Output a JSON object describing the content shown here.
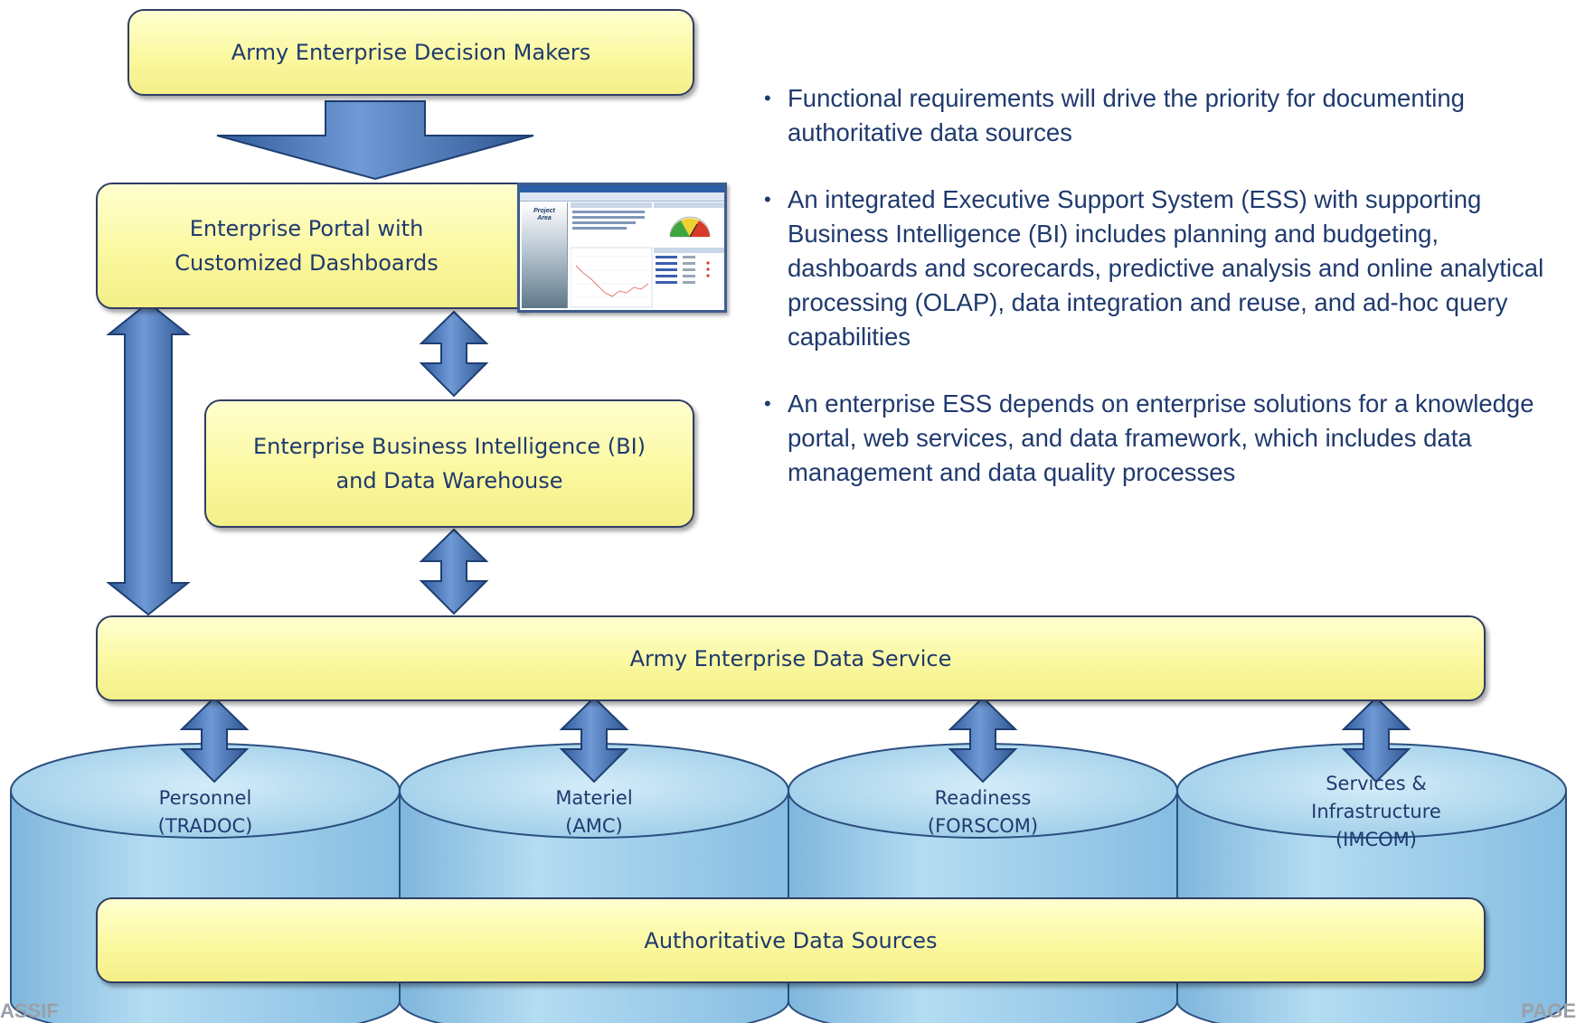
{
  "boxes": {
    "decision_makers": "Army Enterprise Decision Makers",
    "portal_line1": "Enterprise Portal with",
    "portal_line2": "Customized Dashboards",
    "bi_line1": "Enterprise Business Intelligence (BI)",
    "bi_line2": "and Data Warehouse",
    "data_service": "Army Enterprise Data Service",
    "authoritative": "Authoritative Data Sources"
  },
  "databases": [
    {
      "line1": "Personnel",
      "line2": "(TRADOC)"
    },
    {
      "line1": "Materiel",
      "line2": "(AMC)"
    },
    {
      "line1": "Readiness",
      "line2": "(FORSCOM)"
    },
    {
      "line1": "Services &",
      "line2": "Infrastructure",
      "line3": "(IMCOM)"
    }
  ],
  "bullets": [
    "Functional requirements will drive the priority for documenting authoritative data sources",
    "An integrated Executive Support System (ESS) with supporting Business Intelligence (BI) includes planning and budgeting, dashboards and scorecards, predictive analysis and online analytical processing (OLAP), data integration and reuse, and ad-hoc query capabilities",
    "An enterprise ESS depends on enterprise solutions for a knowledge portal, web services, and data framework, which includes data management and data quality processes"
  ],
  "thumbnail": {
    "project_area_line1": "Project",
    "project_area_line2": "Area"
  },
  "footer": {
    "left_fragment": "ASSIF",
    "right_fragment": "PAGE"
  },
  "colors": {
    "box_fill": "#fbf8a0",
    "box_border": "#2f3d63",
    "text": "#1f3a6e",
    "arrow": "#4a76b8",
    "cylinder": "#9dcde8"
  }
}
